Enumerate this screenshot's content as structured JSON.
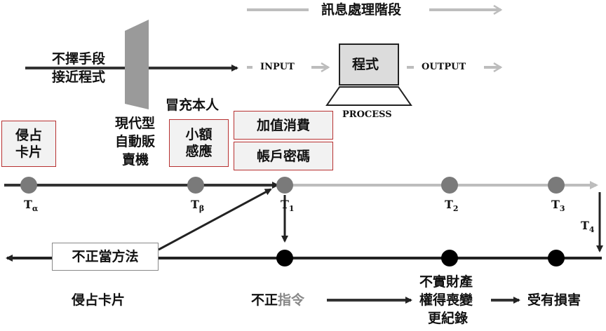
{
  "top_arrow_label": "訊息處理階段",
  "input_label": "INPUT",
  "output_label": "OUTPUT",
  "program_label": "程式",
  "process_label": "PROCESS",
  "illegal_means_line1": "不擇手段",
  "illegal_means_line2": "接近程式",
  "vending_line1": "現代型",
  "vending_line2": "自動販",
  "vending_line3": "賣機",
  "impersonate_label": "冒充本人",
  "box_card_line1": "侵占",
  "box_card_line2": "卡片",
  "box_smallsum_line1": "小額",
  "box_smallsum_line2": "感應",
  "box_topup": "加值消費",
  "box_password": "帳戶密碼",
  "t_alpha": "T",
  "t_alpha_sub": "α",
  "t_beta": "T",
  "t_beta_sub": "β",
  "t1": "T",
  "t1_sub": "1",
  "t2": "T",
  "t2_sub": "2",
  "t3": "T",
  "t3_sub": "3",
  "t4": "T",
  "t4_sub": "4",
  "improper_method": "不正當方法",
  "bottom_card": "侵占卡片",
  "improper_prefix": "不正",
  "improper_command": "指令",
  "property_line1": "不實財產",
  "property_line2": "權得喪變",
  "property_line3": "更紀錄",
  "damage": "受有損害",
  "colors": {
    "red_border": "#b73030",
    "dark_line": "#333333",
    "light_line": "#bdbdbd",
    "node_gray": "#7a7a7a",
    "node_black": "#000000",
    "wall": "#9a9a9a"
  }
}
